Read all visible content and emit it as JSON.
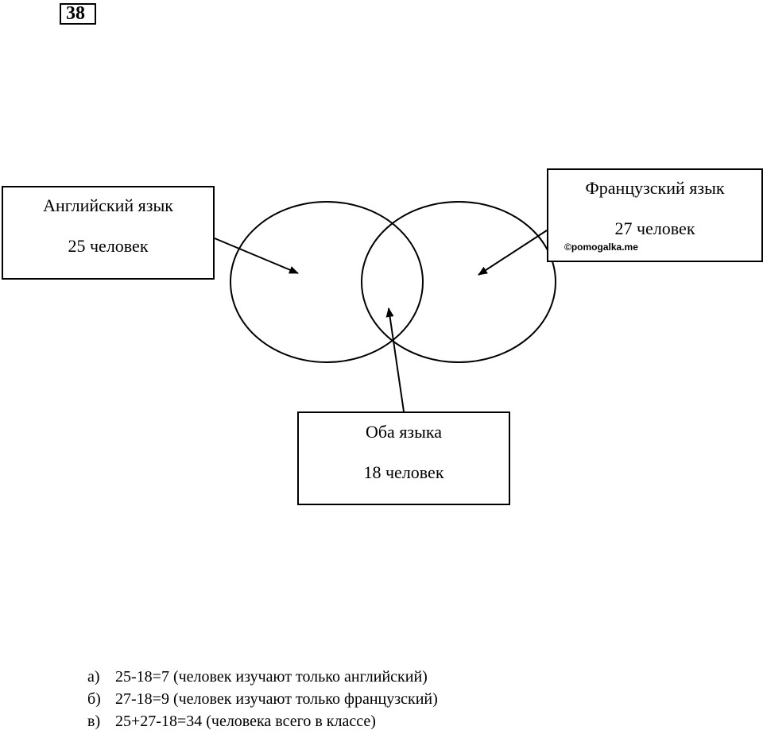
{
  "task_number": "38",
  "boxes": {
    "english": {
      "title": "Английский язык",
      "count": "25 человек"
    },
    "french": {
      "title": "Французский язык",
      "count": "27 человек"
    },
    "both": {
      "title": "Оба языка",
      "count": "18 человек"
    }
  },
  "watermark": "©pomogalka.me",
  "answers": [
    {
      "mark": "а)",
      "text": "25-18=7 (человек изучают только английский)"
    },
    {
      "mark": "б)",
      "text": "27-18=9 (человек изучают только французский)"
    },
    {
      "mark": "в)",
      "text": "25+27-18=34 (человека всего в классе)"
    }
  ]
}
